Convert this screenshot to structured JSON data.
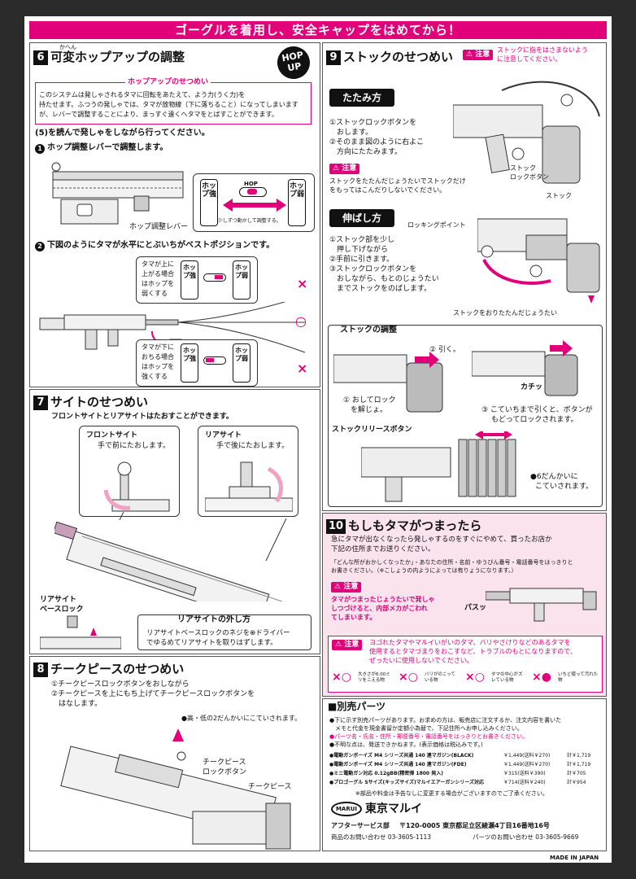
{
  "banner": "ゴーグルを着用し、安全キャップをはめてから！",
  "sec6": {
    "num": "6",
    "ruby": "かへん",
    "title": "可変ホップアップの調整",
    "box_title": "ホップアップのせつめい",
    "box_lines": [
      "このシステムは発しゃされるタマに回転をあたえて、よう力(うく力)を",
      "持たせます。ふつうの発しゃでは、タマが放物線（下に落ちること）になってしまいます",
      "が、レバーで調整することにより、まっすぐ遠くへタマをとばすことができます。"
    ],
    "note": "(5)を読んで発しゃをしながら行ってください。",
    "step1": "ホップ調整レバーで調整します。",
    "step1_label": "ホップ調整レバー",
    "hop_strong": "ホップ強",
    "hop_weak": "ホップ弱",
    "hop_tag": "HOP",
    "hop_hint": "少しずつ動かして調整する。",
    "step2": "下図のようにタマが水平にとぶいちがベストポジションです。",
    "up_note": [
      "タマが上に",
      "上がる場合",
      "はホップを",
      "弱くする"
    ],
    "down_note": [
      "タマが下に",
      "おちる場合",
      "はホップを",
      "強くする"
    ],
    "badge_top": "HOP",
    "badge_bottom": "UP",
    "mark_x": "×",
    "mark_o": "○"
  },
  "sec7": {
    "num": "7",
    "title": "サイトのせつめい",
    "sub": "フロントサイトとリアサイトはたおすことができます。",
    "front_title": "フロントサイト",
    "front_sub": "手で前にたおします。",
    "rear_title": "リアサイト",
    "rear_sub": "手で後にたおします。",
    "base_label": [
      "リアサイト",
      "ベースロック"
    ],
    "remove_title": "リアサイトの外し方",
    "remove_lines": [
      "リアサイトベースロックのネジを⊕ドライバー",
      "でゆるめてリアサイトを取りはずします。"
    ]
  },
  "sec8": {
    "num": "8",
    "title": "チークピースのせつめい",
    "lines": [
      "①チークピースロックボタンをおしながら",
      "②チークピースを上にもち上げてチークピースロックボタンを",
      "　はなします。"
    ],
    "note": "●高・低の2だんかいにこていされます。",
    "label_btn": [
      "チークピース",
      "ロックボタン"
    ],
    "label_piece": "チークピース"
  },
  "sec9": {
    "num": "9",
    "title": "ストックのせつめい",
    "caution": "注意",
    "caution_text": [
      "ストックに指をはさまないよう",
      "に注意してください。"
    ],
    "fold_title": "たたみ方",
    "fold_lines": [
      "①ストックロックボタンを",
      "　おします。",
      "②そのまま図のように右よこ",
      "　方向にたたみます。"
    ],
    "fold_label_btn": [
      "ストック",
      "ロックボタン"
    ],
    "fold_label_stock": "ストック",
    "fold_caution_text": [
      "ストックをたたんだじょうたいでストックだけ",
      "をもってはこんだりしないでください。"
    ],
    "extend_title": "伸ばし方",
    "locking_point": "ロッキングポイント",
    "extend_lines": [
      "①ストック部を少し",
      "　押し下げながら",
      "②手前に引きます。",
      "③ストックロックボタンを",
      "　おしながら、もとのじょうたい",
      "　までストックをのばします。"
    ],
    "extend_bottom": "ストックをおりたたんだじょうたい",
    "adjust_title": "ストックの調整",
    "adjust_pull": "② 引く。",
    "adjust_push": [
      "① おしてロック",
      "　を解じょ。"
    ],
    "release_btn": "ストックリリースボタン",
    "click": "カチッ",
    "adjust_lock": [
      "③ こていちまで引くと、ボタンが",
      "もどってロックされます。"
    ],
    "six_steps": [
      "●6だんかいに",
      "こていされます。"
    ]
  },
  "sec10": {
    "num": "10",
    "title": "もしもタマがつまったら",
    "lines": [
      "急にタマが出なくなったら発しゃするのをすぐにやめて、買ったお店か",
      "下記の住所までお送りください。"
    ],
    "note_lines": [
      "「どんな所がおかしくなったか」・あなたの住所・名前・ゆうびん番号・電話番号をはっきりと",
      "お書きください。（※こしょうの内ようによっては有りょうになります。）"
    ],
    "caution": "注意",
    "caution_lines": [
      "タマがつまったじょうたいで発しゃ",
      "しつづけると、内部メカがこわれ",
      "てしまいます。"
    ],
    "pass": "パスッ",
    "warn_lines": [
      "ヨゴれたタマやマルイいがいのタマ、バリやさけりなどのあるタマを",
      "使用するとタマづまりをおこすなど、トラブルのもとになりますので、",
      "ぜったいに使用しないでください。"
    ],
    "bad1": "大きさが6.00ミリをこえる物",
    "bad2": "バリがのこっている物",
    "bad3": "タマの中心がズレている物",
    "bad4": "いちど使って汚れた物"
  },
  "parts": {
    "title": "■別売パーツ",
    "lines": [
      "●下に示す別売パーツがあります。お求めの方は、販売店に注文するか、注文内容を書いた",
      "　メモと代金を現金書留か定額小為替で、下記住所へお申し込みください。",
      "●パーツ名・氏名・住所・郵便番号・電話番号をはっきりとお書きください。",
      "●不明な点は、発送できかねます。(表示価格は税込みです。)"
    ],
    "items": [
      {
        "name": "●電動ガンボーイズ M4 シリーズ共通 140 連マガジン(BLACK)",
        "price": "￥1,449(送料￥270)",
        "total": "計￥1,719"
      },
      {
        "name": "●電動ガンボーイズ M4 シリーズ共通 140 連マガジン(FDE)",
        "price": "￥1,449(送料￥270)",
        "total": "計￥1,719"
      },
      {
        "name": "●ミニ電動ガン対応 0.12gBB(精密弾 1800 発入)",
        "price": "￥315(送料￥390)",
        "total": "計￥705"
      },
      {
        "name": "●プロゴーグル Sサイズ(キッズサイズ)マルイエアーガンシリーズ対応",
        "price": "￥714(送料￥240)",
        "total": "計￥954"
      }
    ],
    "footnote": "※部品や料金は予告なしに変更する場合がございますのでご了承ください。"
  },
  "company": {
    "logo": "MARUI",
    "name": "東京マルイ",
    "dept": "アフターサービス部",
    "address": "〒120-0005 東京都足立区綾瀬4丁目16番地16号",
    "phone1": "商品のお問い合わせ 03-3605-1113",
    "phone2": "パーツのお問い合わせ 03-3605-9669",
    "made": "MADE IN JAPAN"
  },
  "colors": {
    "accent": "#e2007a",
    "accent_light": "#fbe3ee",
    "ink": "#111111"
  }
}
